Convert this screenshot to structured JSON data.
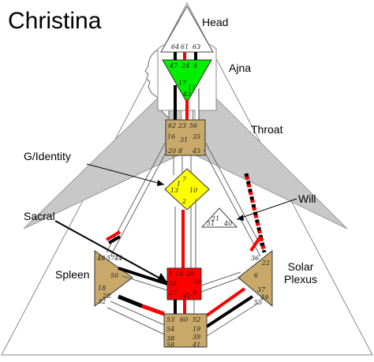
{
  "title": "Christina",
  "centers": {
    "head": "Head",
    "ajna": "Ajna",
    "throat": "Throat",
    "g_identity": "G/Identity",
    "will": "Will",
    "sacral": "Sacral",
    "spleen": "Spleen",
    "solar_plexus": "Solar\nPlexus"
  },
  "colors": {
    "ajna": "#00ee00",
    "g_identity": "#ffff00",
    "sacral": "#ff0000",
    "motor": "#c8a96a",
    "channel_defined": "#000000",
    "channel_active": "#ff0000",
    "panel": "#c8c8c8"
  }
}
